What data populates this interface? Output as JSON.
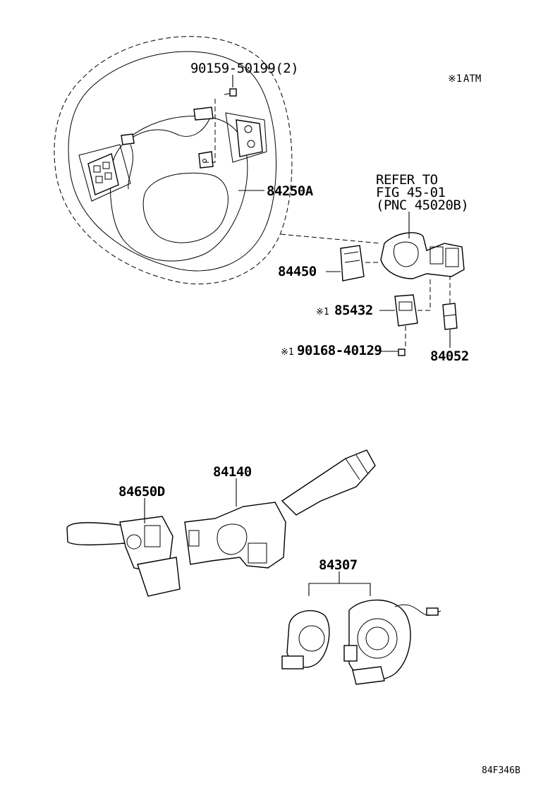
{
  "note": {
    "mark": "※1",
    "text": "ATM"
  },
  "labels": {
    "bolt_top": "90159-50199(2)",
    "steering_switch": "84250A",
    "refer_line1": "REFER TO",
    "refer_line2": "FIG 45-01",
    "refer_line3": "(PNC 45020B)",
    "switch_84450": "84450",
    "switch_85432_mark": "※1",
    "switch_85432": "85432",
    "screw_mark": "※1",
    "screw": "90168-40129",
    "switch_84052": "84052",
    "lever_left": "84650D",
    "combo_switch": "84140",
    "spiral_cable": "84307"
  },
  "figure_code": "84F346B"
}
